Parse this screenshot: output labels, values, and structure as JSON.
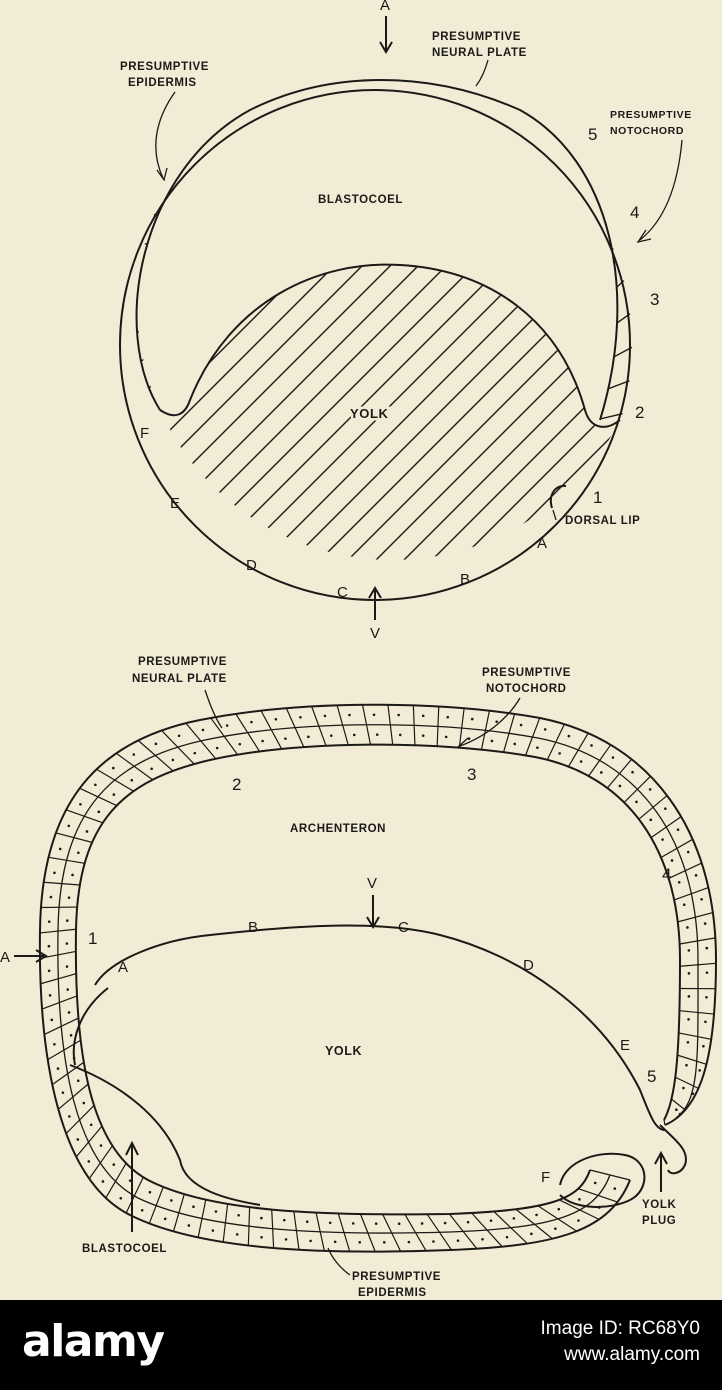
{
  "diagram": {
    "top": {
      "labels": {
        "a_arrow": "A",
        "neural_plate_1": "PRESUMPTIVE",
        "neural_plate_2": "NEURAL PLATE",
        "epidermis_1": "PRESUMPTIVE",
        "epidermis_2": "EPIDERMIS",
        "notochord_1": "PRESUMPTIVE",
        "notochord_2": "NOTOCHORD",
        "blastocoel": "BLASTOCOEL",
        "yolk": "YOLK",
        "dorsal_lip": "DORSAL LIP",
        "v_arrow": "V"
      },
      "numbers": [
        "1",
        "2",
        "3",
        "4",
        "5"
      ],
      "letters": [
        "A",
        "B",
        "C",
        "D",
        "E",
        "F"
      ]
    },
    "bottom": {
      "labels": {
        "neural_plate_1": "PRESUMPTIVE",
        "neural_plate_2": "NEURAL PLATE",
        "notochord_1": "PRESUMPTIVE",
        "notochord_2": "NOTOCHORD",
        "archenteron": "ARCHENTERON",
        "v_arrow": "V",
        "a_arrow": "A",
        "yolk": "YOLK",
        "blastocoel": "BLASTOCOEL",
        "yolk_plug_1": "YOLK",
        "yolk_plug_2": "PLUG",
        "epidermis_1": "PRESUMPTIVE",
        "epidermis_2": "EPIDERMIS"
      },
      "numbers": [
        "1",
        "2",
        "3",
        "4",
        "5"
      ],
      "letters": [
        "A",
        "B",
        "C",
        "D",
        "E",
        "F"
      ]
    }
  },
  "watermark": {
    "logo": "alamy",
    "image_id": "Image ID: RC68Y0",
    "url": "www.alamy.com"
  },
  "colors": {
    "paper": "#f2ebd6",
    "ink": "#1c1a17",
    "bar": "#000000"
  }
}
